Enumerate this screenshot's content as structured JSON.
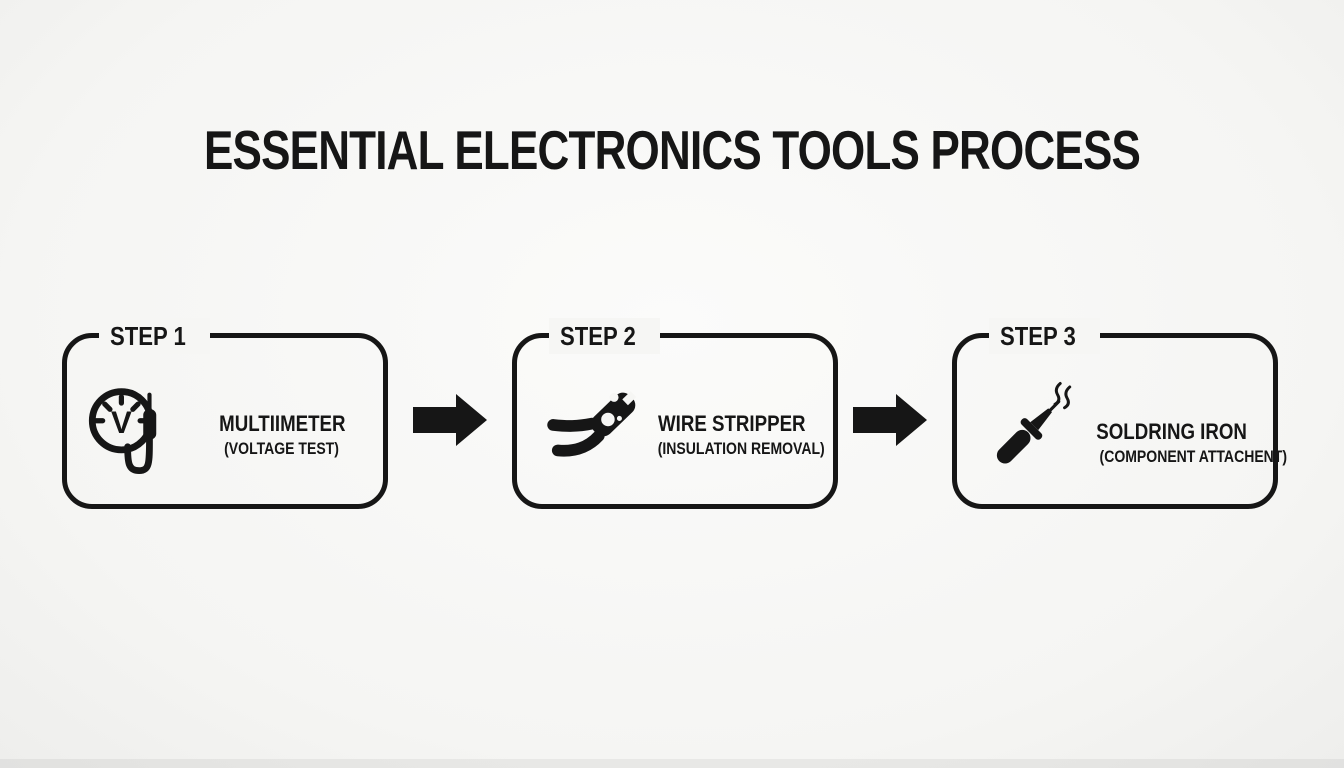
{
  "title": "ESSENTIAL ELECTRONICS TOOLS PROCESS",
  "colors": {
    "ink": "#161616",
    "background": "#f6f6f4"
  },
  "arrows": [
    {
      "icon": "right-arrow-icon"
    },
    {
      "icon": "right-arrow-icon"
    }
  ],
  "steps": [
    {
      "label": "STEP 1",
      "tool": "MULTIIMETER",
      "subtitle": "(VOLTAGE TEST)",
      "icon": "multimeter-icon"
    },
    {
      "label": "STEP 2",
      "tool": "WIRE STRIPPER",
      "subtitle": "(INSULATION REMOVAL)",
      "icon": "wire-stripper-icon"
    },
    {
      "label": "STEP 3",
      "tool": "SOLDRING IRON",
      "subtitle": "(COMPONENT ATTACHENT)",
      "icon": "soldering-iron-icon"
    }
  ]
}
